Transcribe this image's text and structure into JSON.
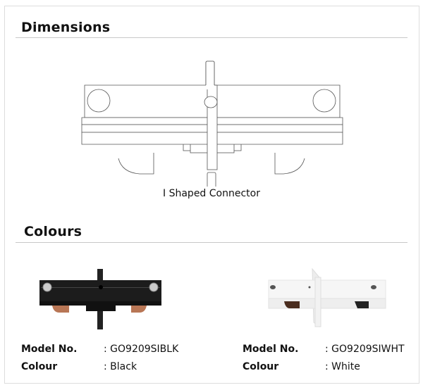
{
  "dimensions": {
    "title": "Dimensions",
    "caption": "I Shaped Connector"
  },
  "colours": {
    "title": "Colours",
    "items": [
      {
        "model_label": "Model No.",
        "model_value": ": GO9209SIBLK",
        "colour_label": "Colour",
        "colour_value": ": Black",
        "swatch": "#1a1a1a"
      },
      {
        "model_label": "Model No.",
        "model_value": ": GO9209SIWHT",
        "colour_label": "Colour",
        "colour_value": ": White",
        "swatch": "#f4f4f4"
      }
    ]
  }
}
